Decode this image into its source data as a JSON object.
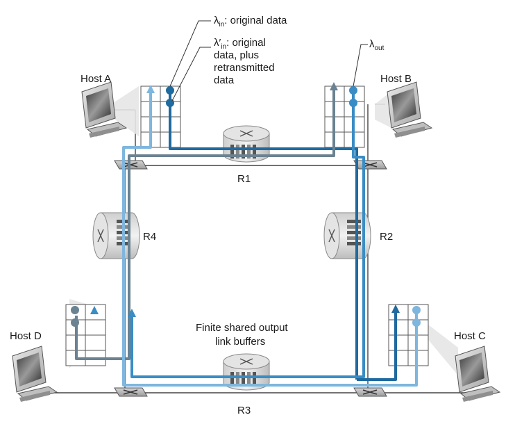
{
  "hosts": {
    "a": "Host A",
    "b": "Host B",
    "c": "Host C",
    "d": "Host D"
  },
  "routers": {
    "r1": "R1",
    "r2": "R2",
    "r3": "R3",
    "r4": "R4"
  },
  "annotations": {
    "lambda_in_symbol": "λ",
    "lambda_in_sub": "in",
    "lambda_in_text": ": original data",
    "lambda_in_prime_symbol": "λ′",
    "lambda_in_prime_sub": "in",
    "lambda_in_prime_line1": ": original",
    "lambda_in_prime_line2": "data, plus",
    "lambda_in_prime_line3": "retransmitted",
    "lambda_in_prime_line4": "data",
    "lambda_out_symbol": "λ",
    "lambda_out_sub": "out",
    "buffers_line1": "Finite shared output",
    "buffers_line2": "link buffers"
  },
  "colors": {
    "dark_flow": "#1f6a9e",
    "light_flow": "#7fb6dd",
    "gray_flow": "#6a8291",
    "link": "#444444"
  }
}
